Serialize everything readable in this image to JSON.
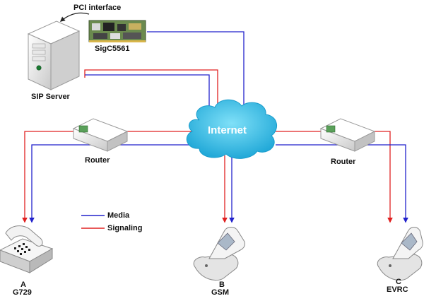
{
  "labels": {
    "pci_interface": "PCI interface",
    "card": "SigC5561",
    "server": "SIP Server",
    "router_left": "Router",
    "router_right": "Router",
    "cloud": "Internet",
    "phone_a_letter": "A",
    "phone_a_codec": "G729",
    "phone_b_letter": "B",
    "phone_b_codec": "GSM",
    "phone_c_letter": "C",
    "phone_c_codec": "EVRC"
  },
  "legend": {
    "media": "Media",
    "signaling": "Signaling"
  },
  "colors": {
    "media": "#2222cc",
    "signaling": "#e02020",
    "cloud": "#3fc6ec",
    "cloud_text": "#ffffff",
    "device": "#f0f0f0",
    "device_shadow": "#b8b8b8"
  }
}
